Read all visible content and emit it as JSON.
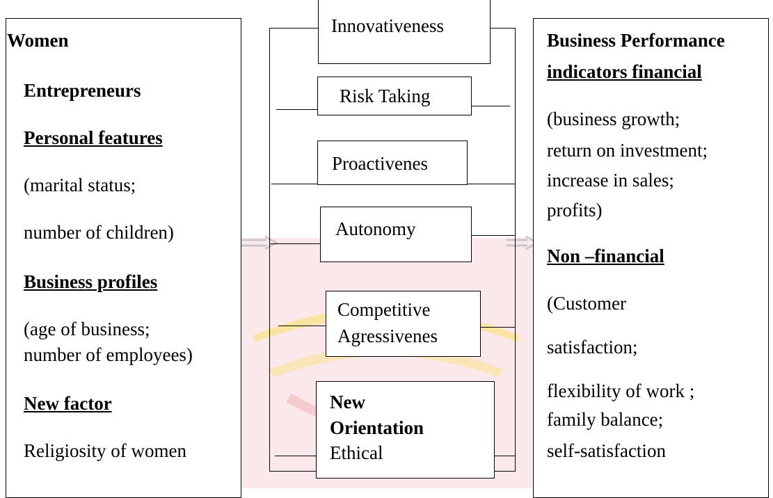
{
  "left_panel": {
    "title_line1": "Women",
    "title_line2": "Entrepreneurs",
    "personal_heading": "Personal features",
    "personal_line1": "(marital status;",
    "personal_line2": "number of children)",
    "business_heading": "Business profiles",
    "business_line1": "(age of business;",
    "business_line2": "number of employees)",
    "new_heading": "New factor",
    "new_line1": "Religiosity of women"
  },
  "middle_boxes": {
    "innovativeness": "Innovativeness",
    "risk_taking": "Risk Taking",
    "proactiveness": "Proactivenes",
    "autonomy": "Autonomy",
    "competitive_line1": "Competitive",
    "competitive_line2": "Agressivenes",
    "new_orientation_line1": "New",
    "new_orientation_line2": "Orientation",
    "new_orientation_line3": "Ethical"
  },
  "right_panel": {
    "title_line1": "Business  Performance",
    "title_line2": "indicators financial",
    "financial_line1": "(business growth;",
    "financial_line2": "return on investment;",
    "financial_line3": "increase in sales;",
    "financial_line4": "profits)",
    "nonfin_heading": "Non –financial",
    "nonfin_line1": "(Customer",
    "nonfin_line2": "satisfaction;",
    "nonfin_line3": "flexibility of work ;",
    "nonfin_line4": "family balance;",
    "nonfin_line5": "self-satisfaction"
  },
  "colors": {
    "watermark_pink": "#f6c9cc",
    "watermark_yellow": "#f7e27a",
    "arrow_gray": "#c8c8c8"
  }
}
